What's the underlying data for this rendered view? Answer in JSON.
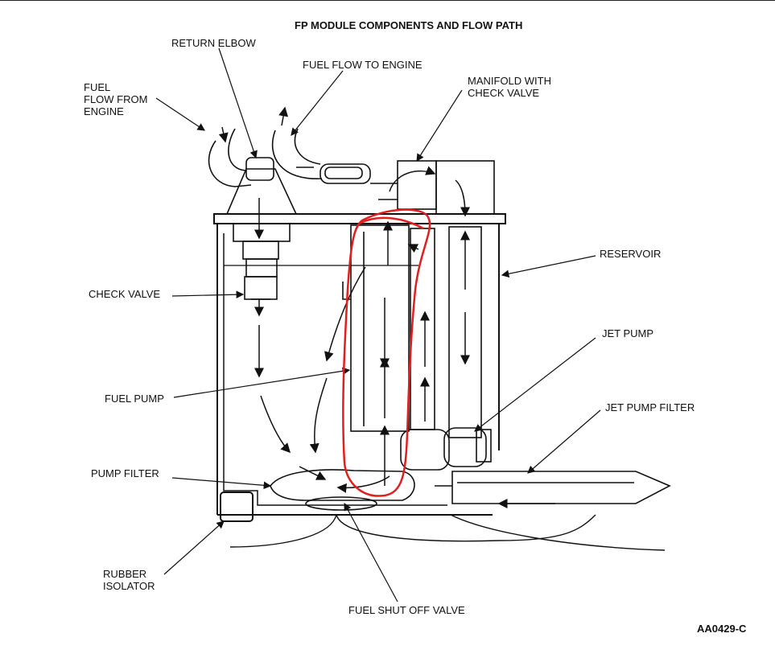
{
  "title": "FP MODULE COMPONENTS AND FLOW PATH",
  "figure_id": "AA0429-C",
  "labels": {
    "return_elbow": "RETURN ELBOW",
    "fuel_flow_to_engine": "FUEL FLOW TO ENGINE",
    "fuel_flow_from_engine": "FUEL\nFLOW FROM\nENGINE",
    "manifold_with_check_valve": "MANIFOLD WITH\nCHECK VALVE",
    "reservoir": "RESERVOIR",
    "check_valve": "CHECK VALVE",
    "jet_pump": "JET PUMP",
    "jet_pump_filter": "JET PUMP FILTER",
    "fuel_pump": "FUEL PUMP",
    "pump_filter": "PUMP FILTER",
    "rubber_isolator": "RUBBER\nISOLATOR",
    "fuel_shut_off_valve": "FUEL SHUT OFF VALVE"
  },
  "colors": {
    "ink": "#111111",
    "annotation": "#e0201e"
  }
}
